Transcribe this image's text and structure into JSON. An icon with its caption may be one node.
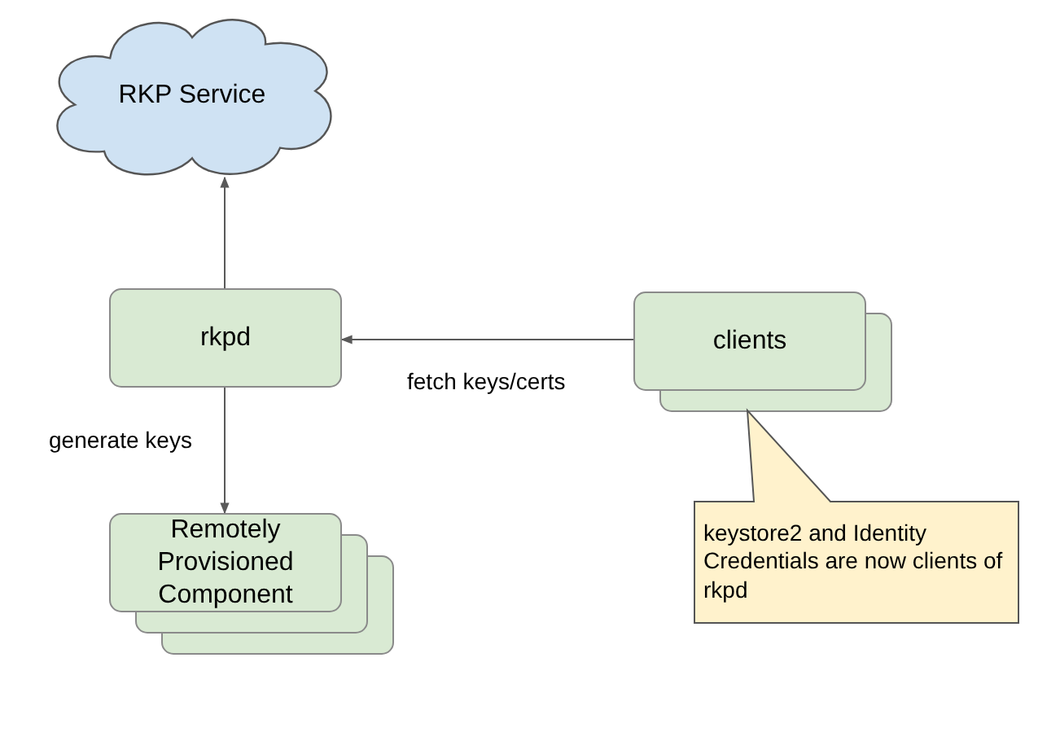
{
  "diagram": {
    "nodes": [
      {
        "text": [
          "RKP Service"
        ]
      },
      {
        "text": [
          "rkpd"
        ]
      },
      {
        "text": [
          "clients"
        ]
      },
      {
        "text": [
          "Remotely Provisioned Component"
        ]
      },
      {
        "text": [
          "keystore2 and Identity Credentials are now clients of rkpd"
        ]
      }
    ],
    "edges": [
      {
        "from": 1,
        "to": 0,
        "arrow": "to"
      },
      {
        "from": 2,
        "to": 1,
        "arrow": "to",
        "label": "fetch keys/certs"
      },
      {
        "from": 1,
        "to": 3,
        "arrow": "to",
        "label": "generate keys"
      }
    ]
  }
}
